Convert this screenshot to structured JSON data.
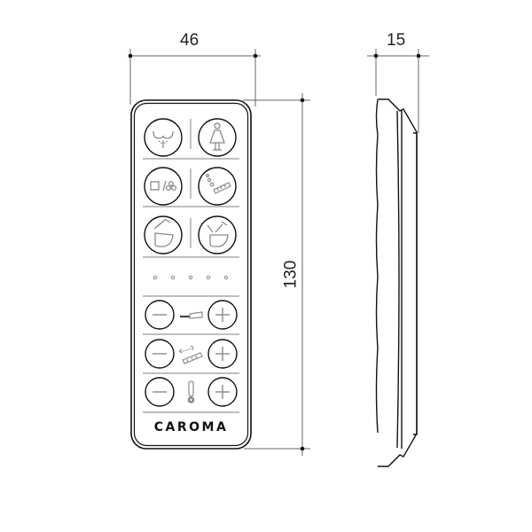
{
  "drawing": {
    "product_brand": "CAROMA",
    "views": [
      "front-view",
      "side-view"
    ],
    "dimensions": {
      "width": "46",
      "height": "130",
      "depth": "15"
    },
    "colors": {
      "outline": "#111111",
      "icon_gray": "#8a8a8a",
      "dimension_line": "#555555",
      "background": "#ffffff"
    }
  },
  "remote": {
    "rows": [
      {
        "type": "pair",
        "left": {
          "icon": "rear-wash-icon",
          "label": "Rear wash"
        },
        "right": {
          "icon": "feminine-wash-icon",
          "label": "Feminine wash"
        }
      },
      {
        "type": "pair",
        "left": {
          "icon": "stop-fan-icon",
          "label": "Stop / Dryer"
        },
        "right": {
          "icon": "nozzle-clean-icon",
          "label": "Nozzle cleaning"
        }
      },
      {
        "type": "pair",
        "left": {
          "icon": "lid-open-icon",
          "label": "Lid open/close"
        },
        "right": {
          "icon": "seat-open-icon",
          "label": "Seat open/close"
        }
      },
      {
        "type": "indicators",
        "count": 5
      },
      {
        "type": "adjust",
        "center_icon": "water-pressure-icon",
        "minus": "−",
        "plus": "+"
      },
      {
        "type": "adjust",
        "center_icon": "nozzle-position-icon",
        "minus": "−",
        "plus": "+"
      },
      {
        "type": "adjust",
        "center_icon": "temperature-icon",
        "minus": "−",
        "plus": "+"
      }
    ]
  }
}
